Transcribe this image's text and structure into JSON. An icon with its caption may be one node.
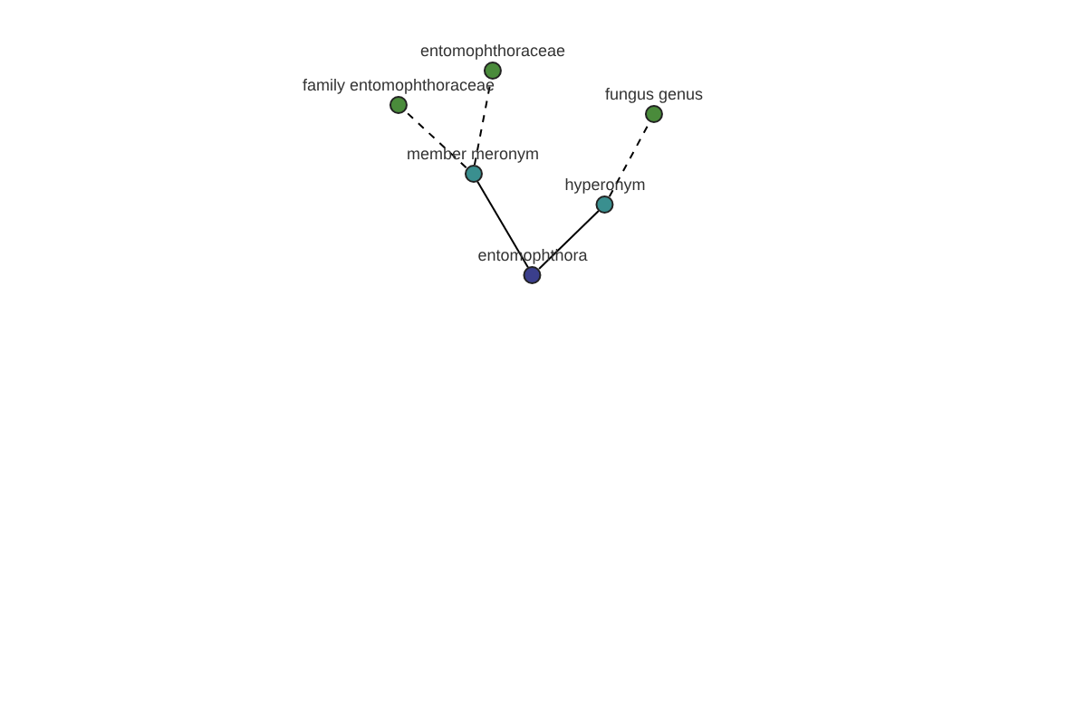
{
  "diagram": {
    "nodes": [
      {
        "text": [
          "entomophthoraceae"
        ]
      },
      {
        "text": [
          "family entomophthoraceae"
        ]
      },
      {
        "text": [
          "fungus genus"
        ]
      },
      {
        "text": [
          "member meronym"
        ]
      },
      {
        "text": [
          "hyperonym"
        ]
      },
      {
        "text": [
          "entomophthora"
        ]
      }
    ],
    "edges": [
      {
        "from": 5,
        "to": 3,
        "arrow": "none"
      },
      {
        "from": 5,
        "to": 4,
        "arrow": "none"
      },
      {
        "from": 3,
        "to": 1,
        "arrow": "none",
        "style": "dashed"
      },
      {
        "from": 3,
        "to": 0,
        "arrow": "none",
        "style": "dashed"
      },
      {
        "from": 4,
        "to": 2,
        "arrow": "none",
        "style": "dashed"
      }
    ]
  }
}
